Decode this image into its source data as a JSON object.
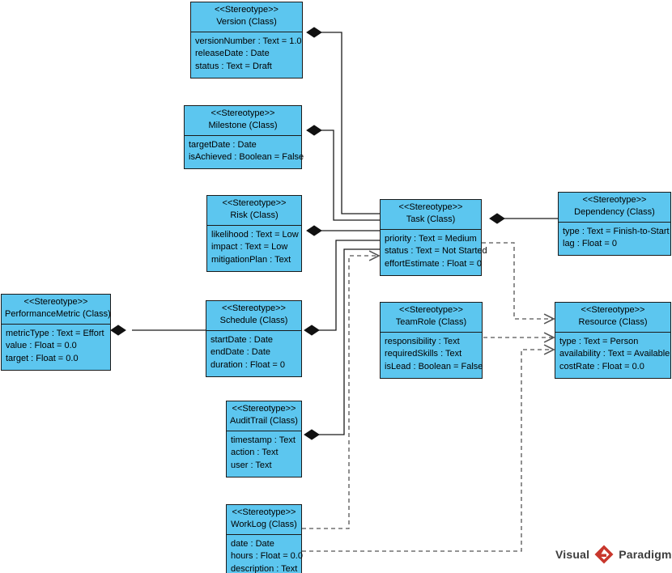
{
  "diagram": {
    "title": "Project Management UML Class Diagram",
    "type": "uml-class-diagram",
    "colors": {
      "class_fill": "#5cc6ef",
      "class_border": "#1b1b1b",
      "edge": "#1b1b1b",
      "logo_red": "#c8372d",
      "logo_text": "#3d3d3d"
    }
  },
  "classes": [
    {
      "id": "version",
      "stereotype": "<<Stereotype>>",
      "name": "Version (Class)",
      "attributes": [
        "versionNumber : Text = 1.0",
        "releaseDate : Date",
        "status : Text = Draft"
      ]
    },
    {
      "id": "milestone",
      "stereotype": "<<Stereotype>>",
      "name": "Milestone (Class)",
      "attributes": [
        "targetDate : Date",
        "isAchieved : Boolean = False"
      ]
    },
    {
      "id": "risk",
      "stereotype": "<<Stereotype>>",
      "name": "Risk (Class)",
      "attributes": [
        "likelihood : Text = Low",
        "impact : Text = Low",
        "mitigationPlan : Text"
      ]
    },
    {
      "id": "task",
      "stereotype": "<<Stereotype>>",
      "name": "Task (Class)",
      "attributes": [
        "priority : Text = Medium",
        "status : Text = Not Started",
        "effortEstimate : Float = 0"
      ]
    },
    {
      "id": "dependency",
      "stereotype": "<<Stereotype>>",
      "name": "Dependency (Class)",
      "attributes": [
        "type : Text = Finish-to-Start",
        "lag : Float = 0"
      ]
    },
    {
      "id": "performancemetric",
      "stereotype": "<<Stereotype>>",
      "name": "PerformanceMetric (Class)",
      "attributes": [
        "metricType : Text = Effort",
        "value : Float = 0.0",
        "target : Float = 0.0"
      ]
    },
    {
      "id": "schedule",
      "stereotype": "<<Stereotype>>",
      "name": "Schedule (Class)",
      "attributes": [
        "startDate : Date",
        "endDate : Date",
        "duration : Float = 0"
      ]
    },
    {
      "id": "teamrole",
      "stereotype": "<<Stereotype>>",
      "name": "TeamRole (Class)",
      "attributes": [
        "responsibility : Text",
        "requiredSkills : Text",
        "isLead : Boolean = False"
      ]
    },
    {
      "id": "resource",
      "stereotype": "<<Stereotype>>",
      "name": "Resource (Class)",
      "attributes": [
        "type : Text = Person",
        "availability : Text = Available",
        "costRate : Float = 0.0"
      ]
    },
    {
      "id": "audittrail",
      "stereotype": "<<Stereotype>>",
      "name": "AuditTrail (Class)",
      "attributes": [
        "timestamp : Text",
        "action : Text",
        "user : Text"
      ]
    },
    {
      "id": "worklog",
      "stereotype": "<<Stereotype>>",
      "name": "WorkLog (Class)",
      "attributes": [
        "date : Date",
        "hours : Float = 0.0",
        "description : Text"
      ]
    }
  ],
  "relationships": [
    {
      "id": "rel-version-task",
      "kind": "composition",
      "from": "version",
      "to": "task"
    },
    {
      "id": "rel-milestone-task",
      "kind": "composition",
      "from": "milestone",
      "to": "task"
    },
    {
      "id": "rel-risk-task",
      "kind": "composition",
      "from": "risk",
      "to": "task"
    },
    {
      "id": "rel-dependency-task",
      "kind": "composition",
      "from": "dependency",
      "to": "task"
    },
    {
      "id": "rel-schedule-performancemetric",
      "kind": "composition",
      "from": "schedule",
      "to": "performancemetric"
    },
    {
      "id": "rel-schedule-task",
      "kind": "composition",
      "from": "schedule",
      "to": "task"
    },
    {
      "id": "rel-audittrail-task",
      "kind": "composition",
      "from": "audittrail",
      "to": "task"
    },
    {
      "id": "rel-task-resource",
      "kind": "dependency",
      "from": "task",
      "to": "resource"
    },
    {
      "id": "rel-teamrole-resource",
      "kind": "dependency",
      "from": "teamrole",
      "to": "resource"
    },
    {
      "id": "rel-worklog-task",
      "kind": "dependency",
      "from": "worklog",
      "to": "task"
    },
    {
      "id": "rel-worklog-resource",
      "kind": "dependency",
      "from": "worklog",
      "to": "resource"
    }
  ],
  "watermark": {
    "word_left": "Visual",
    "word_right": "Paradigm",
    "mark": "diamond-logo"
  }
}
